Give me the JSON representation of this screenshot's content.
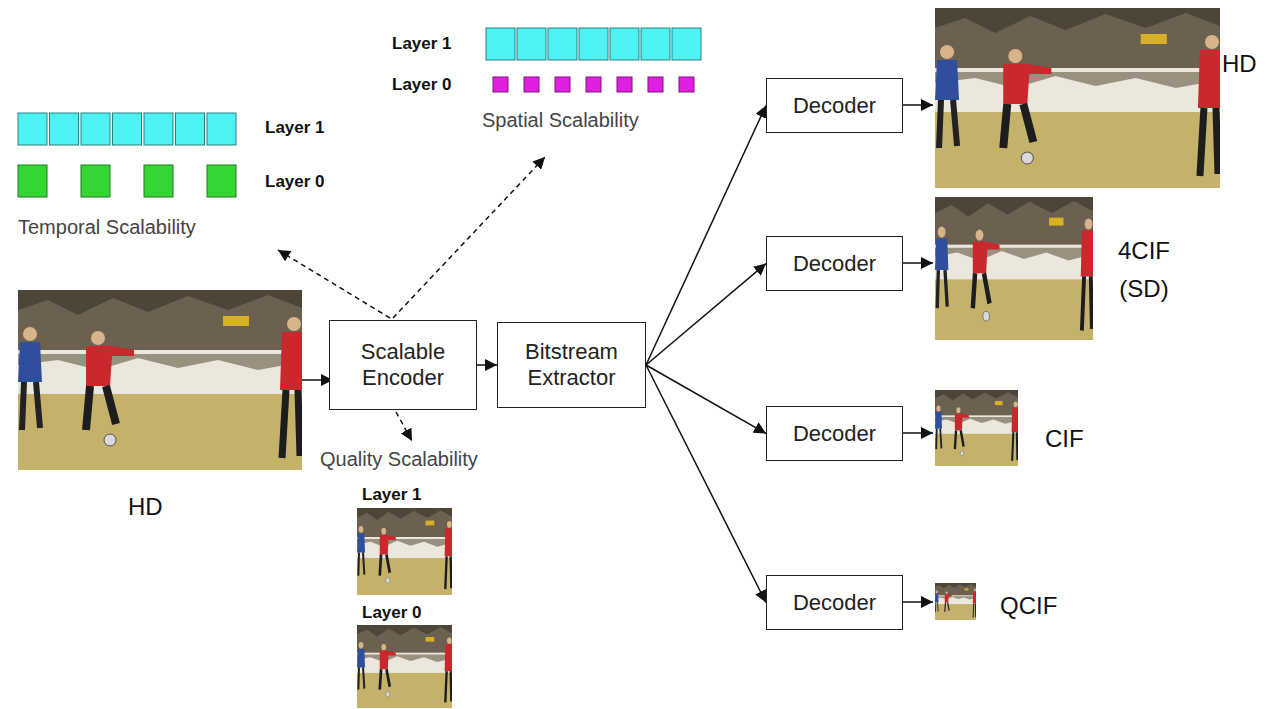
{
  "diagram": {
    "nodes": [
      {
        "text": [
          "Scalable Encoder"
        ]
      },
      {
        "text": [
          "Bitstream Extractor"
        ]
      },
      {
        "text": [
          "Decoder"
        ]
      },
      {
        "text": [
          "Decoder"
        ]
      },
      {
        "text": [
          "Decoder"
        ]
      },
      {
        "text": [
          "Decoder"
        ]
      }
    ],
    "edges": [
      {
        "from": 0,
        "to": 1,
        "arrow": "to"
      },
      {
        "from": 1,
        "to": 2,
        "arrow": "to"
      },
      {
        "from": 1,
        "to": 3,
        "arrow": "to"
      },
      {
        "from": 1,
        "to": 4,
        "arrow": "to"
      },
      {
        "from": 1,
        "to": 5,
        "arrow": "to"
      }
    ],
    "labels": [
      "Layer 1",
      "Layer 0",
      "Temporal Scalability",
      "Layer 1",
      "Layer 0",
      "Spatial Scalability",
      "Quality Scalability",
      "Layer 1",
      "Layer 0",
      "HD",
      "HD",
      "4CIF (SD)",
      "CIF",
      "QCIF"
    ]
  }
}
